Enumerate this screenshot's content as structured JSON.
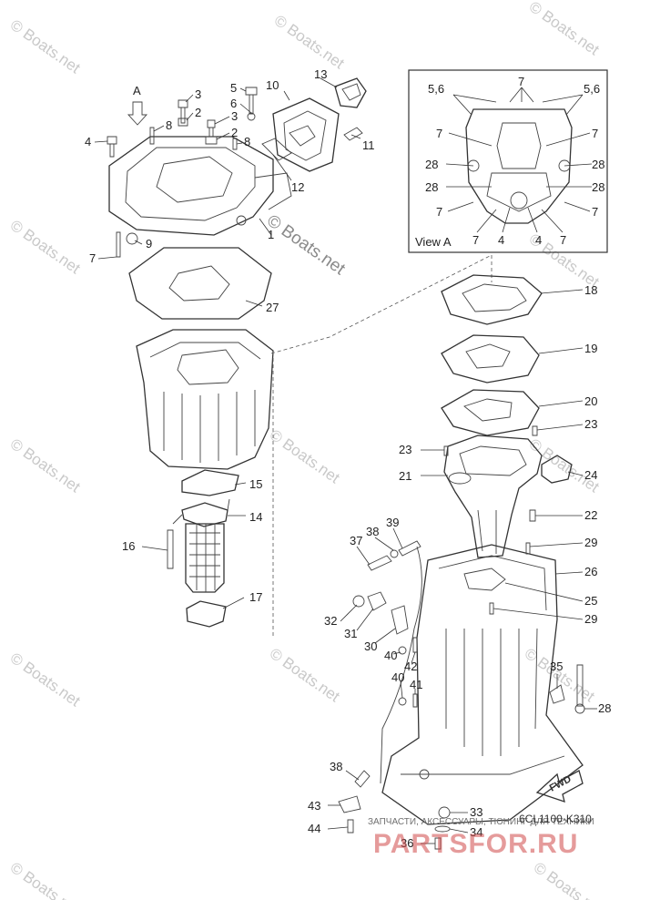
{
  "watermark": {
    "text": "© Boats.net",
    "short": "Boats.net"
  },
  "view_a": {
    "title": "View A",
    "labels": {
      "l56a": "5,6",
      "l56b": "5,6",
      "l7top": "7",
      "l7l1": "7",
      "l7r1": "7",
      "l28l1": "28",
      "l28r1": "28",
      "l28l2": "28",
      "l28r2": "28",
      "l7l2": "7",
      "l7r2": "7",
      "l7b1": "7",
      "l4b1": "4",
      "l4b2": "4",
      "l7b2": "7"
    }
  },
  "arrow_a": "A",
  "callouts": {
    "c1": "1",
    "c2a": "2",
    "c2b": "2",
    "c3a": "3",
    "c3b": "3",
    "c4": "4",
    "c5": "5",
    "c6": "6",
    "c7": "7",
    "c8a": "8",
    "c8b": "8",
    "c9": "9",
    "c10": "10",
    "c11": "11",
    "c12": "12",
    "c13": "13",
    "c14": "14",
    "c15": "15",
    "c16": "16",
    "c17": "17",
    "c18": "18",
    "c19": "19",
    "c20": "20",
    "c21": "21",
    "c22": "22",
    "c23a": "23",
    "c23b": "23",
    "c24": "24",
    "c25": "25",
    "c26": "26",
    "c27": "27",
    "c28": "28",
    "c29a": "29",
    "c29b": "29",
    "c30": "30",
    "c31": "31",
    "c32": "32",
    "c33": "33",
    "c34": "34",
    "c35": "35",
    "c36": "36",
    "c37": "37",
    "c38a": "38",
    "c38b": "38",
    "c39": "39",
    "c40a": "40",
    "c40b": "40",
    "c41": "41",
    "c42": "42",
    "c43": "43",
    "c44": "44"
  },
  "fwd_label": "FWD",
  "diagram_code": "6CL1100-K310",
  "footer": {
    "ru_text": "ЗАПЧАСТИ, АКСЕССУАРЫ, ТЮНИНГ ДЛЯ ТЕХНИКИ",
    "logo": "PARTSFOR.RU"
  },
  "colors": {
    "line": "#333333",
    "watermark": "#c9c9c9",
    "logo": "#d04a4a"
  }
}
